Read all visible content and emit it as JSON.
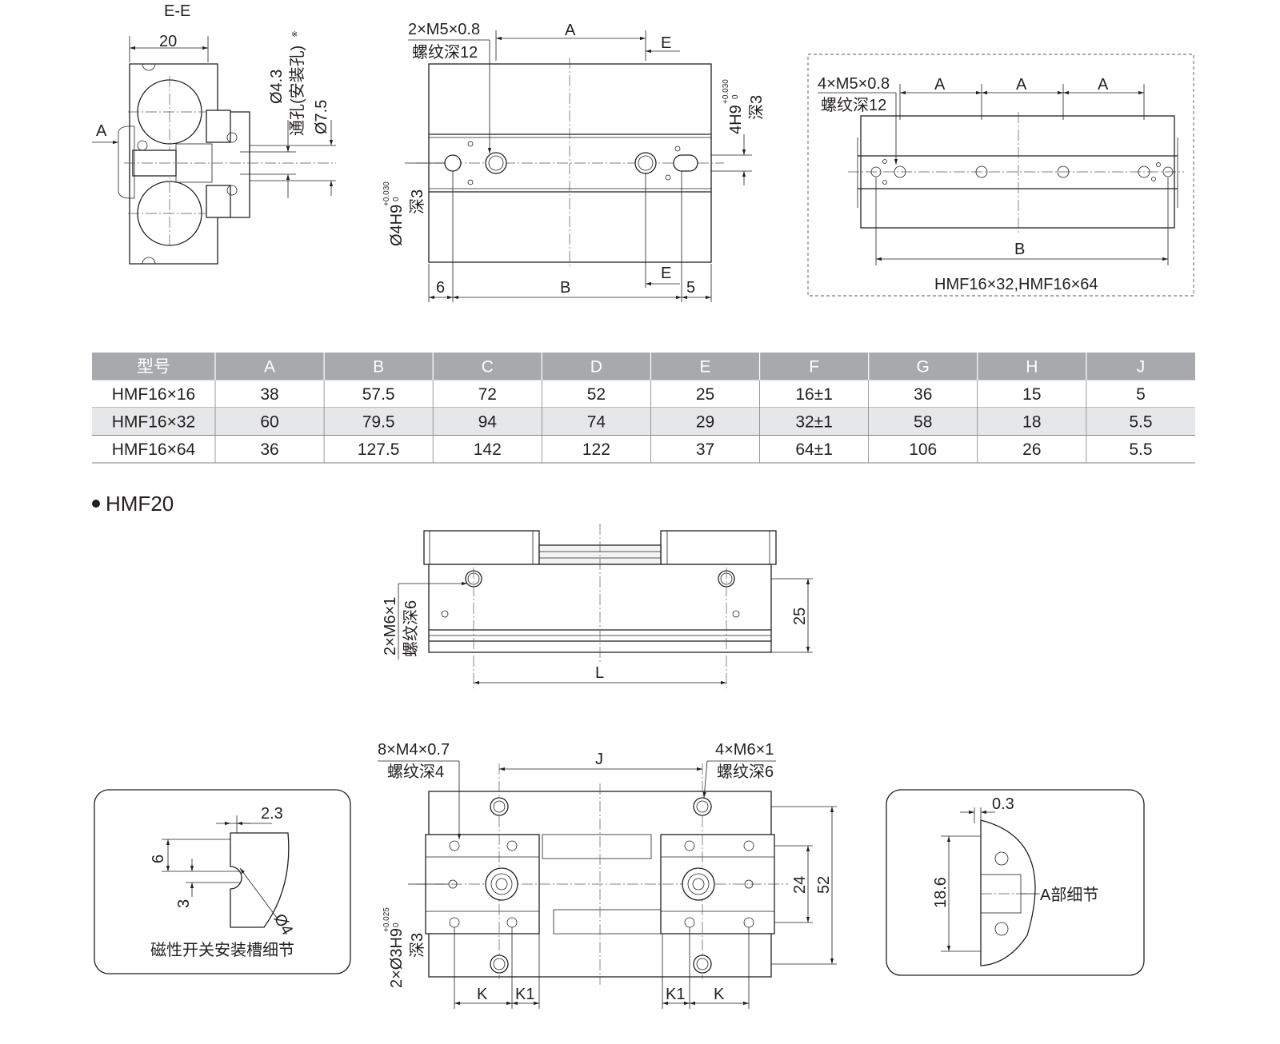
{
  "view_ee": {
    "section": "E-E",
    "dim_20": "20",
    "label_a": "A",
    "dia43": "Ø4.3",
    "thru_hole": "通孔(安装孔)",
    "mark": "※",
    "dia75": "Ø7.5"
  },
  "view_front16": {
    "thread": "2×M5×0.8",
    "thread_depth": "螺纹深12",
    "dim_a": "A",
    "dim_e": "E",
    "tol_h9": "4H9",
    "tol_sup": "+0.030",
    "tol_sub": "0",
    "depth3": "深3",
    "dia_h9": "Ø4H9",
    "dim_6": "6",
    "dim_b": "B",
    "dim_5": "5"
  },
  "view_long16": {
    "thread": "4×M5×0.8",
    "thread_depth": "螺纹深12",
    "dim_a": "A",
    "dim_b": "B",
    "caption": "HMF16×32,HMF16×64"
  },
  "table": {
    "headers": [
      "型号",
      "A",
      "B",
      "C",
      "D",
      "E",
      "F",
      "G",
      "H",
      "J"
    ],
    "rows": [
      [
        "HMF16×16",
        "38",
        "57.5",
        "72",
        "52",
        "25",
        "16±1",
        "36",
        "15",
        "5"
      ],
      [
        "HMF16×32",
        "60",
        "79.5",
        "94",
        "74",
        "29",
        "32±1",
        "58",
        "18",
        "5.5"
      ],
      [
        "HMF16×64",
        "36",
        "127.5",
        "142",
        "122",
        "37",
        "64±1",
        "106",
        "26",
        "5.5"
      ]
    ]
  },
  "hmf20": {
    "title": "HMF20",
    "side": {
      "thread": "2×M6×1",
      "thread_depth": "螺纹深6",
      "dim_25": "25",
      "dim_l": "L"
    },
    "top": {
      "thread_left": "8×M4×0.7",
      "thread_left_depth": "螺纹深4",
      "thread_right": "4×M6×1",
      "thread_right_depth": "螺纹深6",
      "dim_j": "J",
      "dim_24": "24",
      "dim_52": "52",
      "dia_h9": "2×Ø3H9",
      "tol_sup": "+0.025",
      "tol_sub": "0",
      "depth3": "深3",
      "dim_k": "K",
      "dim_k1": "K1"
    },
    "detail_slot": {
      "dim_23": "2.3",
      "dim_6": "6",
      "dim_3": "3",
      "dia4": "Ø4",
      "caption": "磁性开关安装槽细节"
    },
    "detail_a": {
      "dim_03": "0.3",
      "dim_186": "18.6",
      "caption": "A部细节"
    }
  },
  "colors": {
    "header_bg": "#a7a9ac",
    "row_alt": "#e6e7e8",
    "line": "#231f20"
  }
}
